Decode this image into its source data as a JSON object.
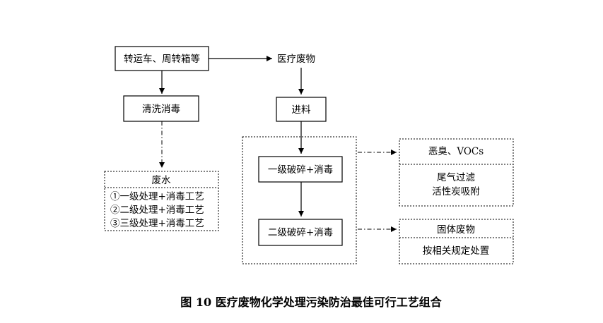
{
  "nodes": {
    "transport": "转运车、周转箱等",
    "medical_waste": "医疗废物",
    "cleaning": "清洗消毒",
    "feeding": "进料",
    "crush1": "一级破碎+消毒",
    "crush2": "二级破碎+消毒",
    "odor_title": "恶臭、VOCs",
    "odor_line1": "尾气过滤",
    "odor_line2": "活性炭吸附",
    "solid_title": "固体废物",
    "solid_line1": "按相关规定处置",
    "wastewater_title": "废水",
    "wastewater_items": [
      "①一级处理+消毒工艺",
      "②二级处理+消毒工艺",
      "③三级处理+消毒工艺"
    ]
  },
  "caption": "图 10 医疗废物化学处理污染防治最佳可行工艺组合"
}
